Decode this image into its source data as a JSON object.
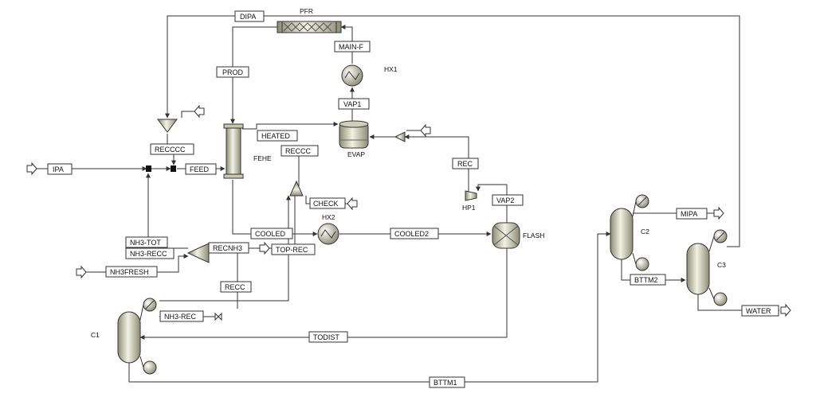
{
  "streams": {
    "dipa": "DIPA",
    "main_f": "MAIN-F",
    "prod": "PROD",
    "vap1": "VAP1",
    "heated": "HEATED",
    "recccc": "RECCCC",
    "reccc": "RECCC",
    "ipa": "IPA",
    "feed": "FEED",
    "rec": "REC",
    "check": "CHECK",
    "vap2": "VAP2",
    "cooled": "COOLED",
    "cooled2": "COOLED2",
    "nh3_tot": "NH3-TOT",
    "nh3_recc": "NH3-RECC",
    "recnh3": "RECNH3",
    "top_rec": "TOP-REC",
    "nh3fresh": "NH3FRESH",
    "recc": "RECC",
    "nh3_rec": "NH3-REC",
    "todist": "TODIST",
    "bttm1": "BTTM1",
    "mipa": "MIPA",
    "bttm2": "BTTM2",
    "water": "WATER"
  },
  "units": {
    "pfr": "PFR",
    "hx1": "HX1",
    "evap": "EVAP",
    "fehe": "FEHE",
    "hx2": "HX2",
    "hp1": "HP1",
    "flash": "FLASH",
    "c1": "C1",
    "c2": "C2",
    "c3": "C3"
  },
  "colors": {
    "line": "#333333",
    "vessel_fill": "#d9d9c4",
    "vessel_dark": "#8c8c74"
  }
}
